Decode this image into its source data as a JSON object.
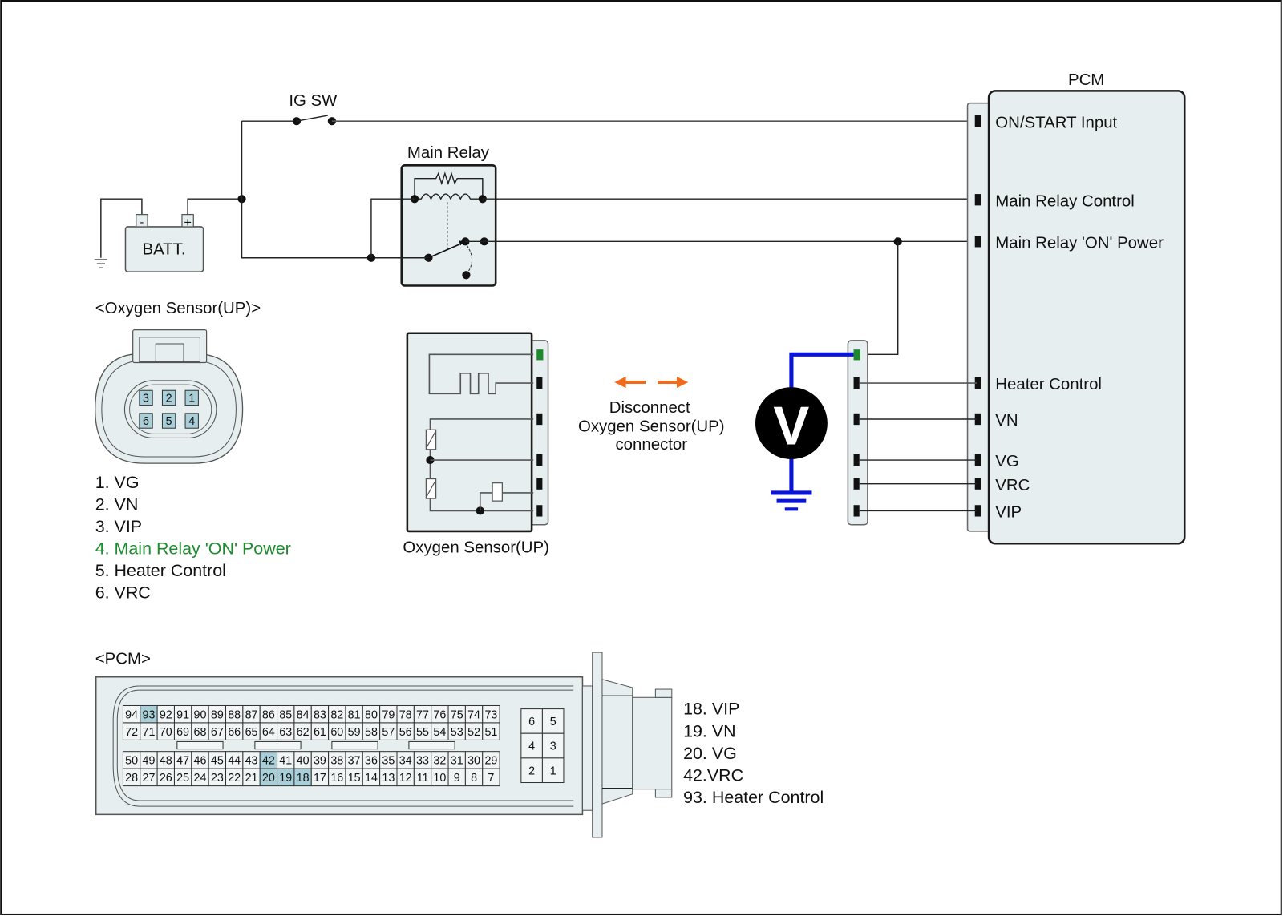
{
  "diagram": {
    "battery": {
      "label": "BATT.",
      "neg": "-",
      "pos": "+"
    },
    "ig_switch": {
      "label": "IG SW"
    },
    "main_relay": {
      "label": "Main Relay"
    },
    "pcm": {
      "title": "PCM",
      "pins": [
        "ON/START Input",
        "Main Relay Control",
        "Main Relay 'ON' Power",
        "Heater Control",
        "VN",
        "VG",
        "VRC",
        "VIP"
      ]
    },
    "oxygen_sensor": {
      "connector_title": "<Oxygen Sensor(UP)>",
      "component_label": "Oxygen Sensor(UP)",
      "pin_numbers": [
        "3",
        "2",
        "1",
        "6",
        "5",
        "4"
      ],
      "pin_list": [
        {
          "text": "1. VG",
          "highlight": false
        },
        {
          "text": "2. VN",
          "highlight": false
        },
        {
          "text": "3. VIP",
          "highlight": false
        },
        {
          "text": "4. Main Relay 'ON' Power",
          "highlight": true
        },
        {
          "text": "5. Heater Control",
          "highlight": false
        },
        {
          "text": "6. VRC",
          "highlight": false
        }
      ]
    },
    "instruction": {
      "lines": [
        "Disconnect",
        "Oxygen Sensor(UP)",
        "connector"
      ]
    },
    "voltmeter": {
      "symbol": "V"
    },
    "pcm_connector": {
      "title": "<PCM>",
      "rows": [
        [
          "94",
          "93",
          "92",
          "91",
          "90",
          "89",
          "88",
          "87",
          "86",
          "85",
          "84",
          "83",
          "82",
          "81",
          "80",
          "79",
          "78",
          "77",
          "76",
          "75",
          "74",
          "73"
        ],
        [
          "72",
          "71",
          "70",
          "69",
          "68",
          "67",
          "66",
          "65",
          "64",
          "63",
          "62",
          "61",
          "60",
          "59",
          "58",
          "57",
          "56",
          "55",
          "54",
          "53",
          "52",
          "51"
        ],
        [
          "50",
          "49",
          "48",
          "47",
          "46",
          "45",
          "44",
          "43",
          "42",
          "41",
          "40",
          "39",
          "38",
          "37",
          "36",
          "35",
          "34",
          "33",
          "32",
          "31",
          "30",
          "29"
        ],
        [
          "28",
          "27",
          "26",
          "25",
          "24",
          "23",
          "22",
          "21",
          "20",
          "19",
          "18",
          "17",
          "16",
          "15",
          "14",
          "13",
          "12",
          "11",
          "10",
          "9",
          "8",
          "7"
        ]
      ],
      "highlighted": [
        "93",
        "42",
        "20",
        "19",
        "18"
      ],
      "small_block": [
        [
          "6",
          "5"
        ],
        [
          "4",
          "3"
        ],
        [
          "2",
          "1"
        ]
      ],
      "pin_list": [
        "18. VIP",
        "19. VN",
        "20. VG",
        "42.VRC",
        "93. Heater Control"
      ]
    },
    "colors": {
      "highlight_text": "#1e8a2e",
      "highlight_pin": "#1c8a2c",
      "measure_wire": "#0a14d6",
      "arrow": "#f26a1b",
      "panel_fill": "#e6eeef",
      "cell_highlight": "#a9cfd9"
    }
  }
}
